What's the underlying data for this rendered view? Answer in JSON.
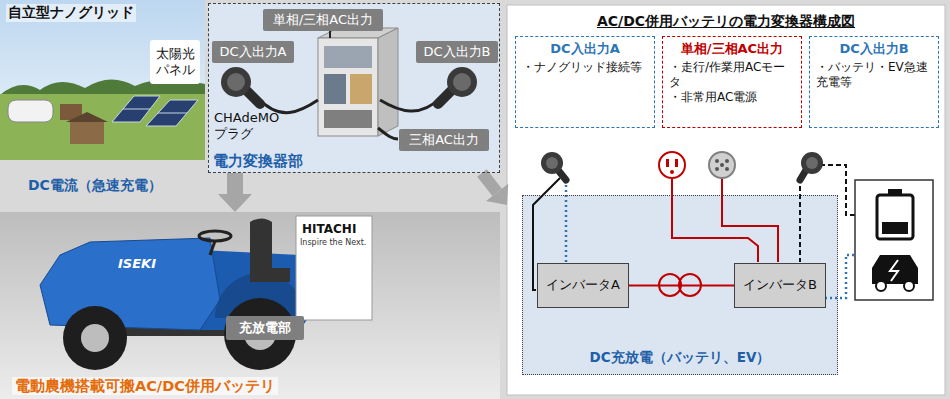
{
  "diagram": {
    "nodes": [
      {
        "text": [
          "自立型ナノグリッド"
        ]
      },
      {
        "text": [
          "太陽光パネル"
        ],
        "in": 0
      },
      {
        "text": [
          "電力変換器部"
        ]
      },
      {
        "text": [
          "単相/三相AC出力"
        ],
        "in": 2
      },
      {
        "text": [
          "DC入出力A"
        ],
        "in": 2
      },
      {
        "text": [
          "DC入出力B"
        ],
        "in": 2
      },
      {
        "text": [
          "三相AC出力"
        ],
        "in": 2
      },
      {
        "text": [
          "電動農機搭載可搬AC/DC併用バッテリ"
        ]
      },
      {
        "text": [
          "充放電部"
        ],
        "in": 7
      },
      {
        "text": [
          "AC/DC併用バッテリの電力変換器構成図"
        ]
      },
      {
        "text": [
          "DC入出力A",
          "・ナノグリッド接続等"
        ],
        "in": 9
      },
      {
        "text": [
          "単相/三相AC出力",
          "・走行/作業用ACモータ",
          "・非常用AC電源"
        ],
        "in": 9
      },
      {
        "text": [
          "DC入出力B",
          "・バッテリ・EV急速充電等"
        ],
        "in": 9
      },
      {
        "text": [
          "DC充放電（バッテリ、EV）"
        ],
        "in": 9
      },
      {
        "text": [
          "インバータA"
        ],
        "in": 13
      },
      {
        "text": [
          "インバータB"
        ],
        "in": 13
      }
    ],
    "edges": [
      {
        "from": 2,
        "to": 7,
        "arrow": "to"
      },
      {
        "from": 2,
        "to": 9,
        "arrow": "to"
      },
      {
        "from": 14,
        "to": 15,
        "arrow": "none"
      }
    ],
    "labels": [
      "CHAdeMOプラグ",
      "DC電流（急速充電）",
      "ISEKI",
      "HITACHI",
      "Inspire the Next."
    ]
  }
}
